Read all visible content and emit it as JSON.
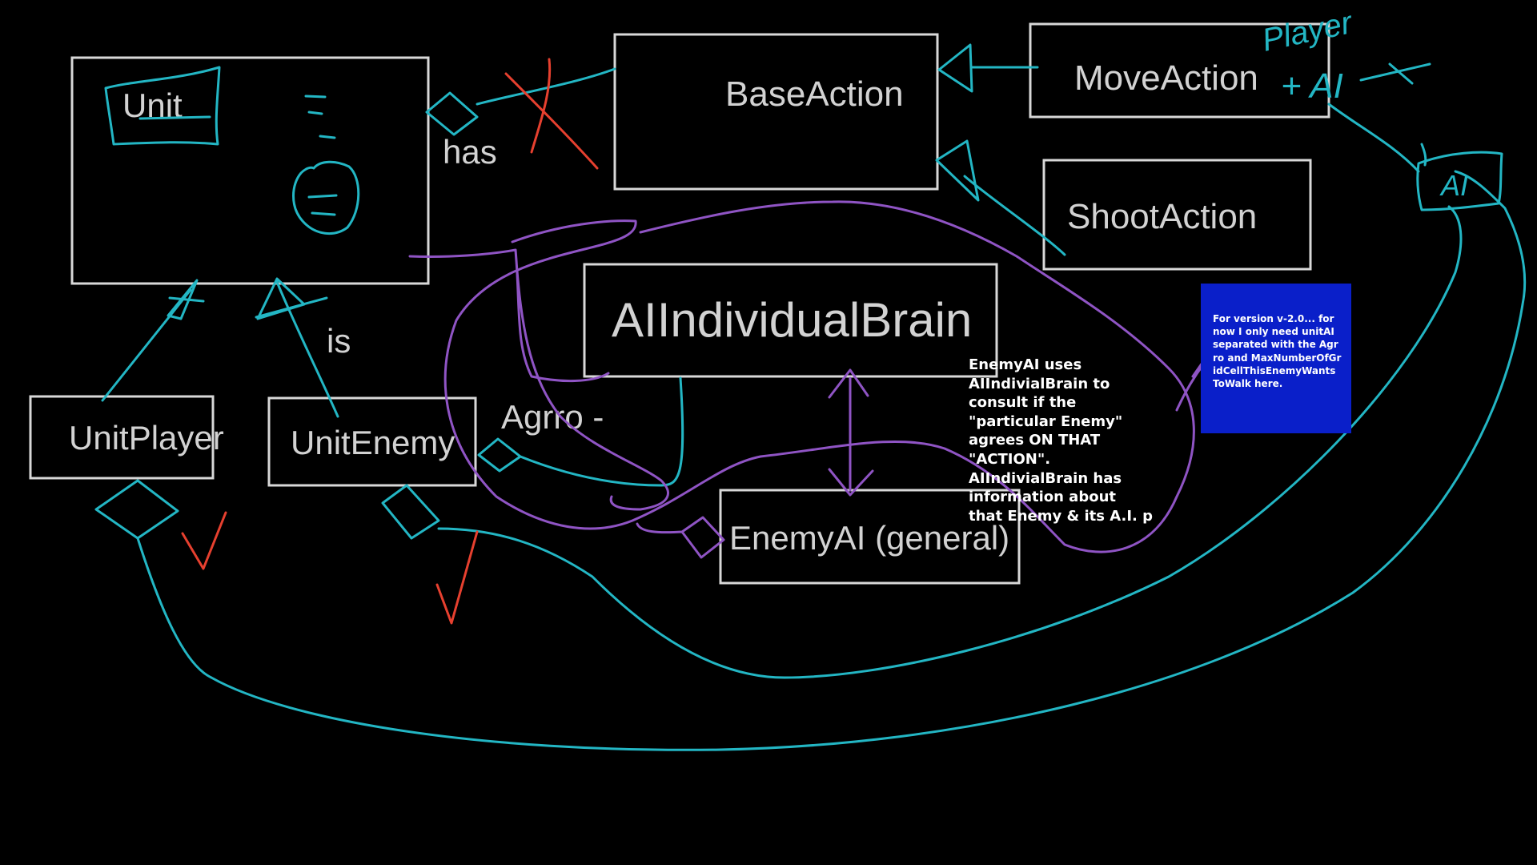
{
  "boxes": {
    "unit": "Unit",
    "base_action": "BaseAction",
    "move_action": "MoveAction",
    "shoot_action": "ShootAction",
    "ai_brain": "AIIndividualBrain",
    "unit_player": "UnitPlayer",
    "unit_enemy": "UnitEnemy",
    "enemy_ai": "EnemyAI (general)"
  },
  "labels": {
    "has": "has",
    "is": "is",
    "agrro": "Agrro -"
  },
  "note_text": "EnemyAI uses\nAIIndivialBrain  to\nconsult if the\n\"particular Enemy\"\nagrees ON THAT\n\"ACTION\".\nAIIndivialBrain has\ninformation about\nthat Enemy & its A.I. p",
  "blue_note": "For version v-2.0... for now I only need unitAI separated with the Agrro and MaxNumberOfGridCellThisEnemyWantsToWalk here.",
  "handwriting": {
    "player": "Player",
    "ai_plus": "+ AI",
    "ai_tag": "AI"
  },
  "colors": {
    "background": "#000000",
    "box_stroke": "#d8d8d8",
    "cyan_ink": "#23b6c4",
    "purple_ink": "#8f54c4",
    "red_ink": "#e6402f",
    "note_blue": "#0a1fc9"
  }
}
